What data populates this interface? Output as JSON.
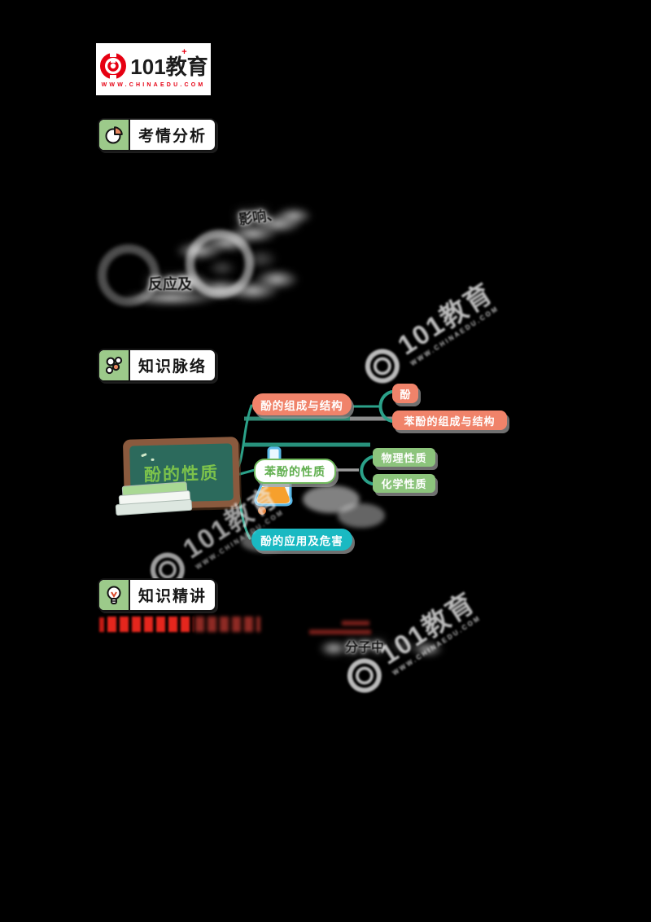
{
  "brand": {
    "name": "101教育",
    "website": "WWW.CHINAEDU.COM"
  },
  "section_headers": [
    {
      "label": "考情分析",
      "icon": "pie-chart-icon"
    },
    {
      "label": "知识脉络",
      "icon": "molecule-icon"
    },
    {
      "label": "知识精讲",
      "icon": "lightbulb-icon"
    }
  ],
  "faded_fragments": {
    "f1": "影响、",
    "f2": "反应及",
    "f3": "分子中"
  },
  "watermark": {
    "brand": "101教育",
    "website": "WWW.CHINAEDU.COM",
    "instances": 3
  },
  "mindmap": {
    "center": {
      "label": "酚的性质"
    },
    "branches": [
      {
        "label": "酚的组成与结构",
        "fill": "#f0836a",
        "children": [
          {
            "label": "酚"
          },
          {
            "label": "苯酚的组成与结构"
          }
        ]
      },
      {
        "label": "苯酚的性质",
        "fill": "#ffffff",
        "accent": "#6fb85b",
        "children": [
          {
            "label": "物理性质"
          },
          {
            "label": "化学性质"
          }
        ]
      },
      {
        "label": "酚的应用及危害",
        "fill": "#1ab9c2",
        "children": []
      }
    ],
    "connector_color": "#2ba189"
  },
  "colors": {
    "background": "#000000",
    "brand_red": "#e60012",
    "header_green": "#9cca8a",
    "branch_orange": "#f0836a",
    "branch_green": "#8cc47c",
    "branch_teal": "#1ab9c2",
    "connector_teal": "#2ba189",
    "heading_red": "#e5261d",
    "board_green": "#2c6a5c",
    "board_frame_brown": "#8a5a3e",
    "board_text_green": "#7cc24b"
  }
}
